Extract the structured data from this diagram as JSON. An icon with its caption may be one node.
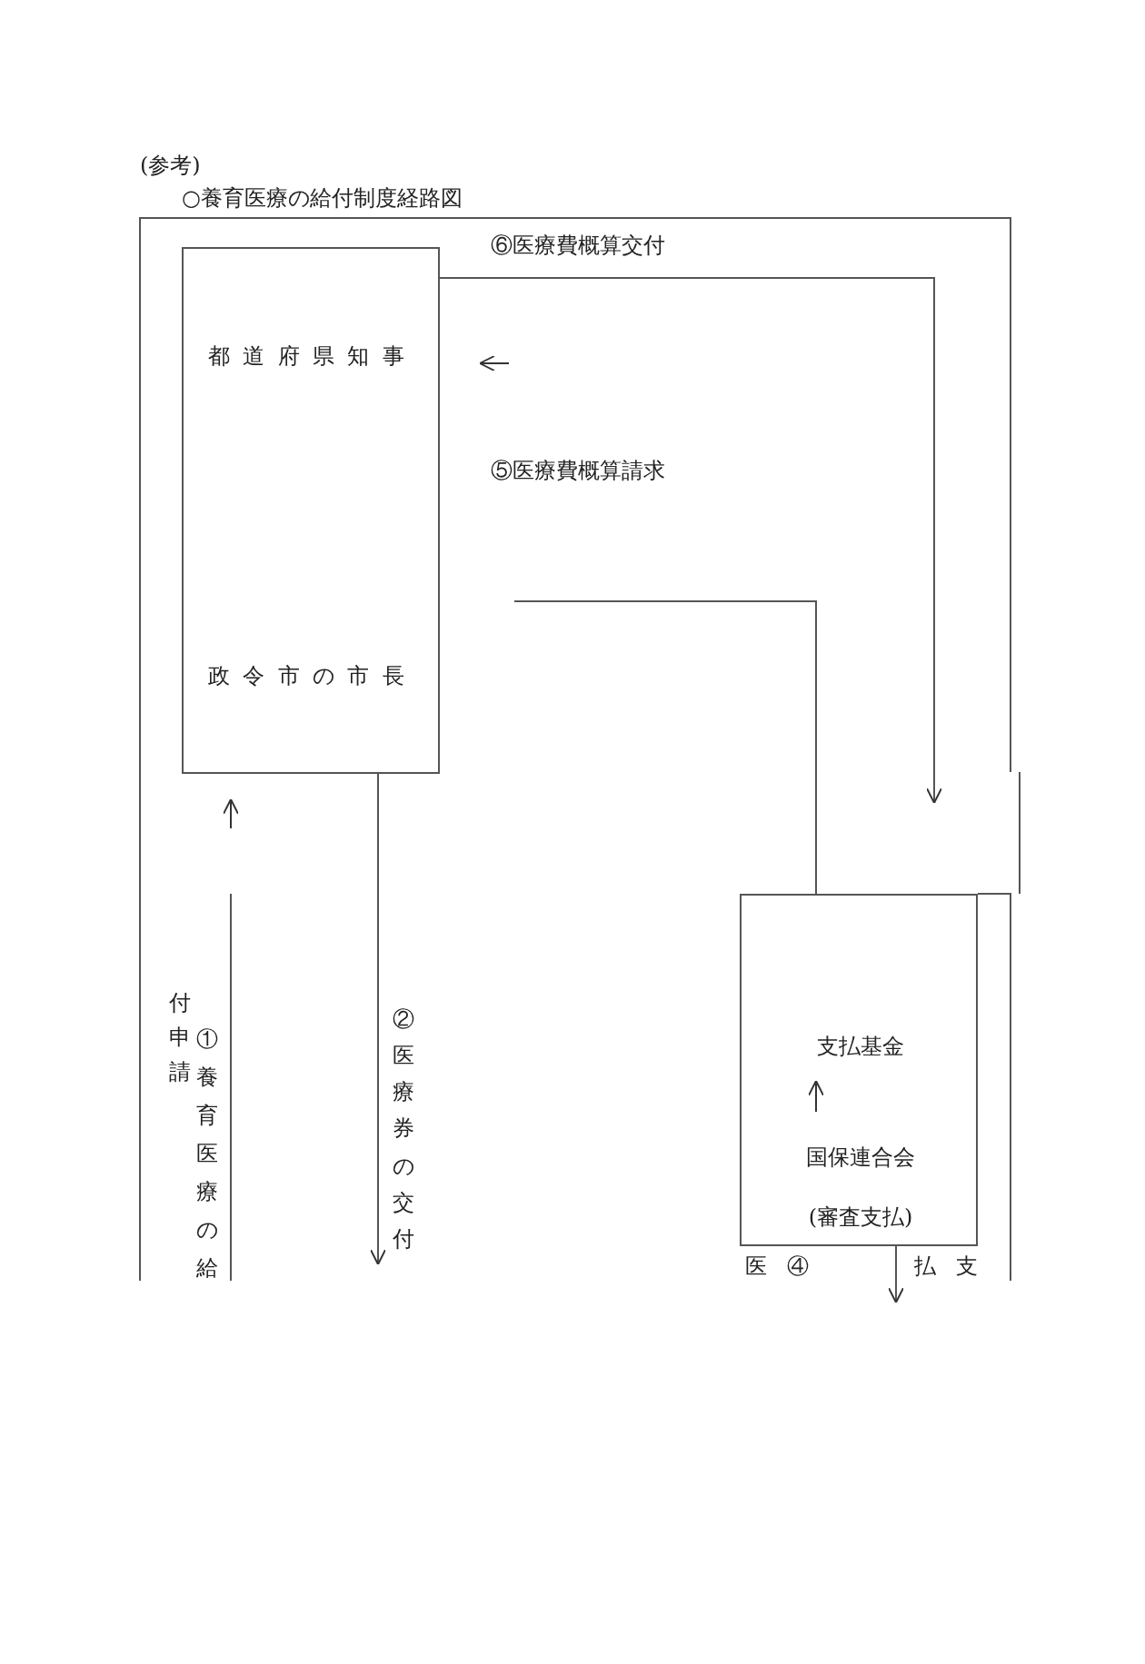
{
  "diagram": {
    "title": "○養育医療の給付制度経路図",
    "nodes": [
      {
        "text": [
          "都道府県知事",
          "政令市の市長"
        ]
      },
      {
        "text": [
          "支払基金",
          "国保連合会",
          "(審査支払)"
        ]
      }
    ],
    "edges": [
      {
        "from": 0,
        "to": null,
        "arrow": "to"
      },
      {
        "from": 1,
        "to": null,
        "arrow": "none"
      },
      {
        "from": 0,
        "to": null,
        "arrow": "to",
        "label": "②医療券の交付"
      },
      {
        "from": 1,
        "to": null,
        "arrow": "to",
        "label": "払 支"
      }
    ],
    "labels": [
      "(参考)",
      "⑥医療費概算交付",
      "⑤医療費概算請求",
      "付申請",
      "①養育医療の給",
      "医 ④"
    ]
  }
}
